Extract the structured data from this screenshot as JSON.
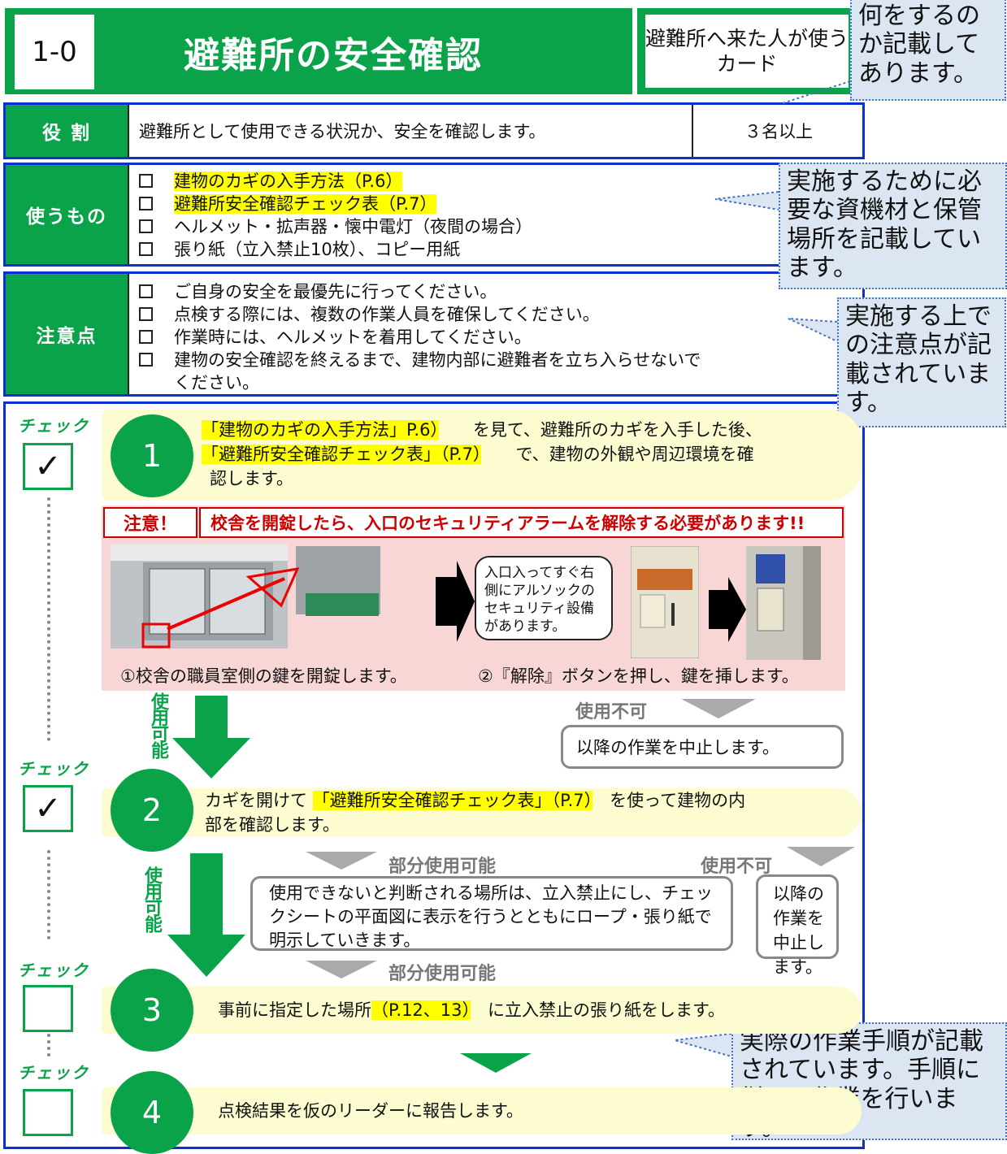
{
  "header": {
    "number": "1-0",
    "title": "避難所の安全確認",
    "card_label": "避難所へ来た人が使うカード"
  },
  "callouts": {
    "what": "何をするのか記載してあります。",
    "materials": "実施するために必要な資機材と保管場所を記載しています。",
    "cautions": "実施する上での注意点が記載されています。",
    "procedure": "実際の作業手順が記載されています。手順に従って作業を行います。"
  },
  "role": {
    "label": "役 割",
    "text": "避難所として使用できる状況か、安全を確認します。",
    "people": "３名以上"
  },
  "materials": {
    "label": "使うもの",
    "items": [
      "建物のカギの入手方法（P.6）",
      "避難所安全確認チェック表（P.7）",
      "ヘルメット・拡声器・懐中電灯（夜間の場合）",
      "張り紙（立入禁止10枚）、コピー用紙"
    ]
  },
  "cautions": {
    "label": "注意点",
    "items": [
      "ご自身の安全を最優先に行ってください。",
      "点検する際には、複数の作業人員を確保してください。",
      "作業時には、ヘルメットを着用してください。",
      "建物の安全確認を終えるまで、建物内部に避難者を立ち入らせないで",
      "ください。"
    ]
  },
  "check_label": "チェック",
  "steps": [
    {
      "number": "1",
      "ref1": "「建物のカギの入手方法」P.6）",
      "text1": "を見て、避難所のカギを入手した後、",
      "ref2": "「避難所安全確認チェック表」（P.7）",
      "text2": "で、建物の外観や周辺環境を確",
      "text3": "認します。",
      "checked": "✓"
    },
    {
      "number": "2",
      "text1": "カギを開けて",
      "ref1": "「避難所安全確認チェック表」（P.7）",
      "text2": "を使って建物の内",
      "text3": "部を確認します。",
      "checked": "✓"
    },
    {
      "number": "3",
      "text1": "事前に指定した場所",
      "ref1": "（P.12、13）",
      "text2": "に立入禁止の張り紙をします。"
    },
    {
      "number": "4",
      "text1": "点検結果を仮のリーダーに報告します。"
    }
  ],
  "warning": {
    "label": "注意！",
    "text": "校舎を開錠したら、入口のセキュリティアラームを解除する必要があります!!",
    "bubble": "入口入ってすぐ右側にアルソックのセキュリティ設備があります。",
    "caption1": "①校舎の職員室側の鍵を開錠します。",
    "caption2": "②『解除』ボタンを押し、鍵を挿します。"
  },
  "flow": {
    "usable": "使用可能",
    "unusable": "使用不可",
    "stop_work": "以降の作業を中止します。",
    "partial": "部分使用可能",
    "partial_text": "使用できないと判断される場所は、立入禁止にし、チェックシートの平面図に表示を行うとともにロープ・張り紙で明示していきます。",
    "stop_work_short": "以降の作業を中止します。"
  },
  "colors": {
    "green": "#0aa34a",
    "blue_border": "#0b2fd1",
    "highlight": "#ffff00",
    "step_band": "#fdfbd0"
  }
}
